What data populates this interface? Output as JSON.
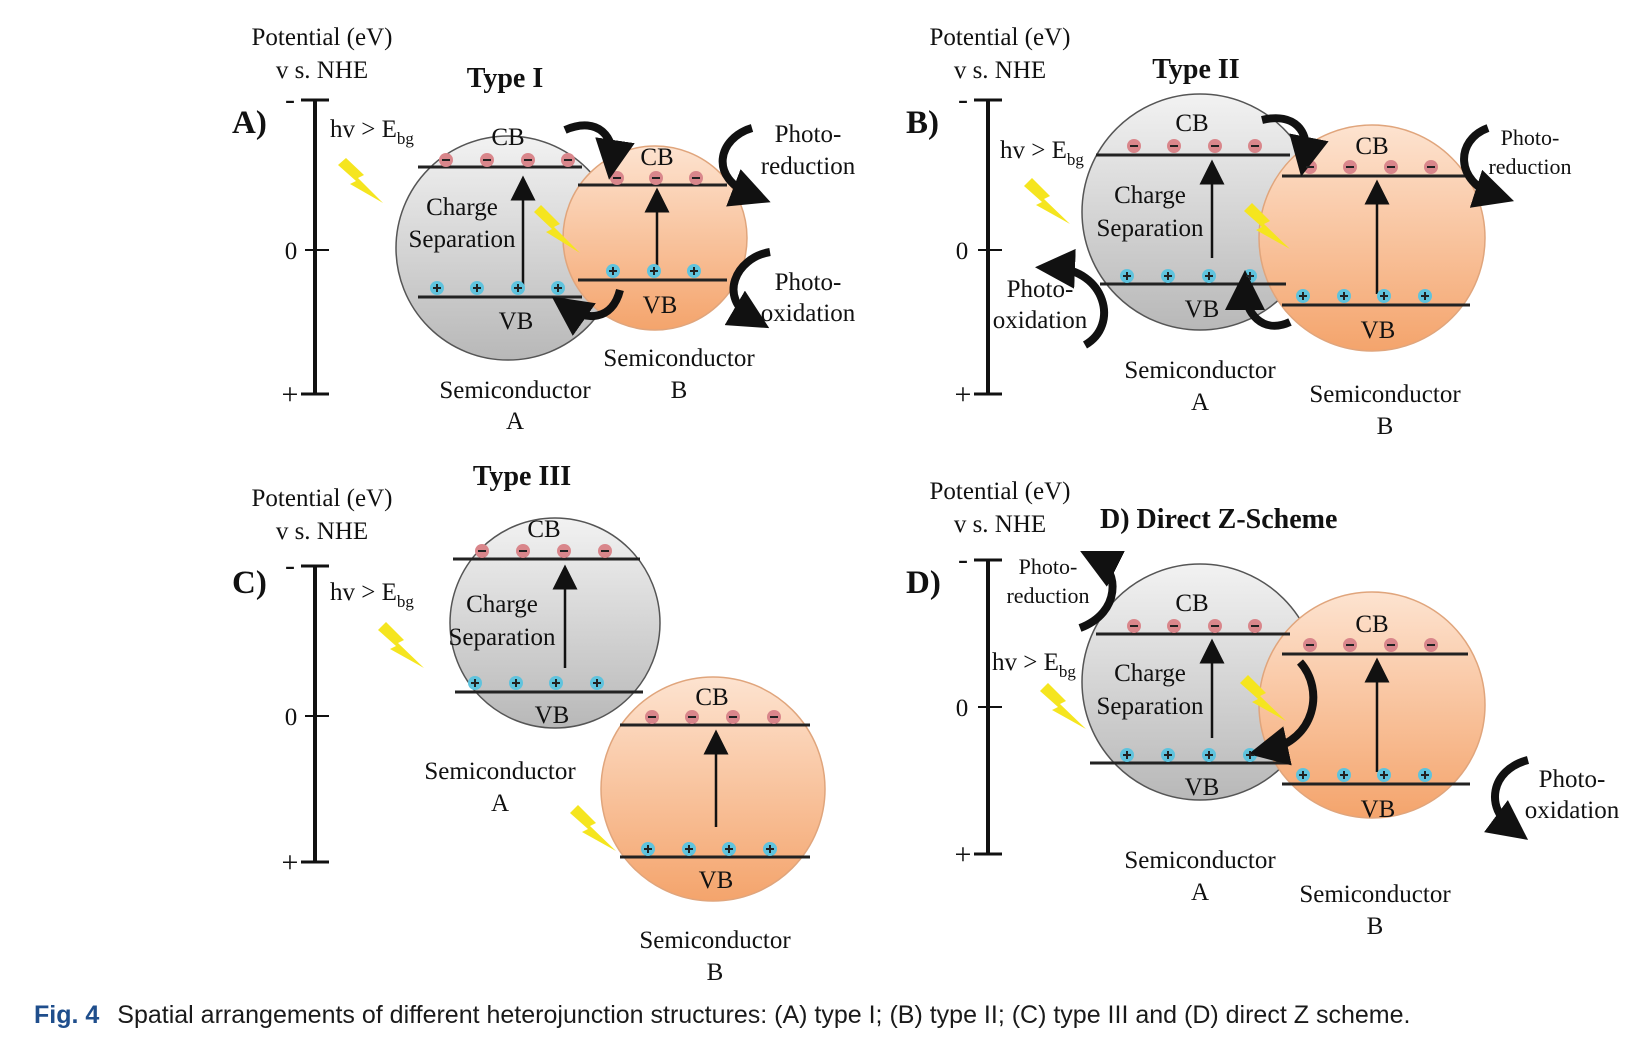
{
  "axis": {
    "title_line1": "Potential (eV)",
    "title_line2": "v s. NHE",
    "minus": "-",
    "zero": "0",
    "plus": "+"
  },
  "common": {
    "cb": "CB",
    "vb": "VB",
    "charge": "Charge",
    "separation": "Separation",
    "hv": "hv > E",
    "bg": "bg",
    "semiconductor": "Semiconductor",
    "a": "A",
    "b": "B",
    "photo_reduction_1": "Photo-",
    "photo_reduction_2": "reduction",
    "photo_oxidation_1": "Photo-",
    "photo_oxidation_2": "oxidation"
  },
  "panels": {
    "a": {
      "label": "A)",
      "title": "Type I"
    },
    "b": {
      "label": "B)",
      "title": "Type II"
    },
    "c": {
      "label": "C)",
      "title": "Type III"
    },
    "d": {
      "label": "D)",
      "title": "D)  Direct Z-Scheme"
    }
  },
  "colors": {
    "semiconductor_a": "#d9d9d9",
    "semiconductor_b": "#f8bf95",
    "electron": "#d9868b",
    "hole": "#5fc3dd",
    "lightning": "#f5e51f",
    "caption_label": "#1f4e8c"
  },
  "caption": {
    "label": "Fig. 4",
    "text": "Spatial arrangements of different heterojunction structures: (A) type I; (B) type II; (C) type III and (D) direct Z scheme."
  }
}
